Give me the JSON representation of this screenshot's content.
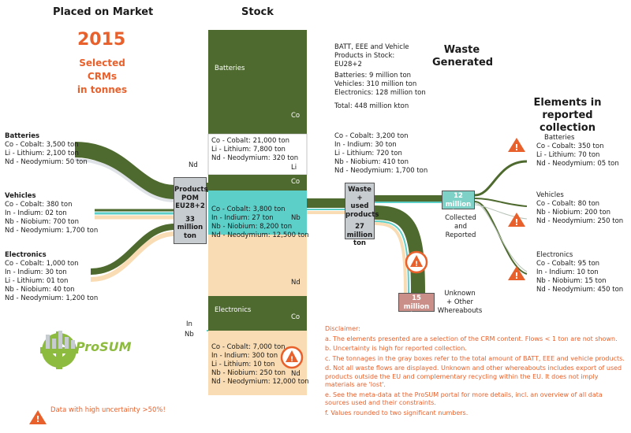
{
  "headers": {
    "placed": "Placed on Market",
    "stock": "Stock",
    "waste": "Waste Generated",
    "elements": "Elements in reported collection"
  },
  "year": "2015",
  "subtitle": [
    "Selected",
    "CRMs",
    "in tonnes"
  ],
  "pom": {
    "batteries": {
      "title": "Batteries",
      "items": [
        "Co - Cobalt: 3,500 ton",
        "Li - Lithium: 2,100 ton",
        "Nd - Neodymium: 50 ton"
      ]
    },
    "vehicles": {
      "title": "Vehicles",
      "items": [
        "Co - Cobalt: 380 ton",
        "In - Indium: 02 ton",
        "Nb - Niobium: 700 ton",
        "Nd - Neodymium: 1,700 ton"
      ]
    },
    "electronics": {
      "title": "Electronics",
      "items": [
        "Co - Cobalt: 1,000 ton",
        "In - Indium: 30 ton",
        "Li - Lithium: 01 ton",
        "Nb - Niobium: 40 ton",
        "Nd - Neodymium: 1,200 ton"
      ]
    }
  },
  "products_box": {
    "lines": [
      "Products",
      "POM",
      "EU28+2"
    ],
    "amount": [
      "33",
      "million",
      "ton"
    ]
  },
  "stock": {
    "batteries_label": "Batteries",
    "co_label": "Co",
    "batteries_items": [
      "Co - Cobalt: 21,000 ton",
      "Li - Lithium: 7,800 ton",
      "Nd - Neodymium: 320 ton"
    ],
    "li_label": "Li",
    "nd_label": "Nd",
    "nb_label": "Nb",
    "in_label": "In",
    "vehicles_items": [
      "Co - Cobalt: 3,800 ton",
      "In - Indium: 27 ton",
      "Nb - Niobium: 8,200 ton",
      "Nd - Neodymium: 12,500 ton"
    ],
    "electronics_label": "Electronics",
    "electronics_items": [
      "Co - Cobalt: 7,000 ton",
      "In - Indium: 300 ton",
      "Li - Lithium: 10 ton",
      "Nb - Niobium: 250 ton",
      "Nd - Neodymium: 12,000 ton"
    ]
  },
  "stock_summary": [
    "BATT, EEE and Vehicle",
    "Products in Stock:",
    "EU28+2",
    "Batteries: 9 million ton",
    "Vehicles: 310 million ton",
    "Electronics: 128 million ton",
    "Total: 448 million kton"
  ],
  "waste_flow": [
    "Co - Cobalt: 3,200 ton",
    "In - Indium: 30 ton",
    "Li - Lithium: 720 ton",
    "Nb - Niobium: 410 ton",
    "Nd - Neodymium: 1,700 ton"
  ],
  "waste_box": {
    "lines": [
      "Waste +",
      "used",
      "products"
    ],
    "amount": [
      "27",
      "million",
      "ton"
    ]
  },
  "collected_box": "12 million ton",
  "collected_label": [
    "Collected",
    "and",
    "Reported"
  ],
  "unknown_box": "15 million ton",
  "unknown_label": [
    "Unknown",
    "+ Other",
    "Whereabouts"
  ],
  "collection": {
    "batteries": {
      "title": "Batteries",
      "items": [
        "Co - Cobalt: 350 ton",
        "Li - Lithium: 70 ton",
        "Nd - Neodymium: 05 ton"
      ]
    },
    "vehicles": {
      "title": "Vehicles",
      "items": [
        "Co - Cobalt: 80 ton",
        "Nb - Niobium: 200 ton",
        "Nd - Neodymium: 250 ton"
      ]
    },
    "electronics": {
      "title": "Electronics",
      "items": [
        "Co - Cobalt: 95 ton",
        "In - Indium: 10 ton",
        "Nb - Niobium: 15 ton",
        "Nd - Neodymium: 450 ton"
      ]
    }
  },
  "disclaimer": {
    "title": "Disclaimer:",
    "items": [
      "a. The elements presented are a selection of the CRM content. Flows < 1 ton are not shown.",
      "b. Uncertainty is high for reported collection.",
      "c. The tonnages in the gray boxes refer to the total amount of BATT, EEE and vehicle products.",
      "d. Not all waste flows are displayed. Unknown and other whereabouts includes export of used products outside the EU and complementary recycling within the EU. It does not imply materials are 'lost'.",
      "e. See the meta-data at the ProSUM portal for more details, incl. an overview of all data sources used and their constraints.",
      "f. Values rounded to two significant numbers."
    ]
  },
  "logo_text": "ProSUM",
  "legend_text": "Data with high uncertainty >50%!",
  "colors": {
    "green": "#4e6a2e",
    "teal": "#5ccfc9",
    "peach": "#f9dcb3",
    "orange": "#e8612c",
    "grey_box": "#c7ccd0",
    "unknown_box": "#c98f88",
    "collected_box": "#7ed1c6"
  }
}
